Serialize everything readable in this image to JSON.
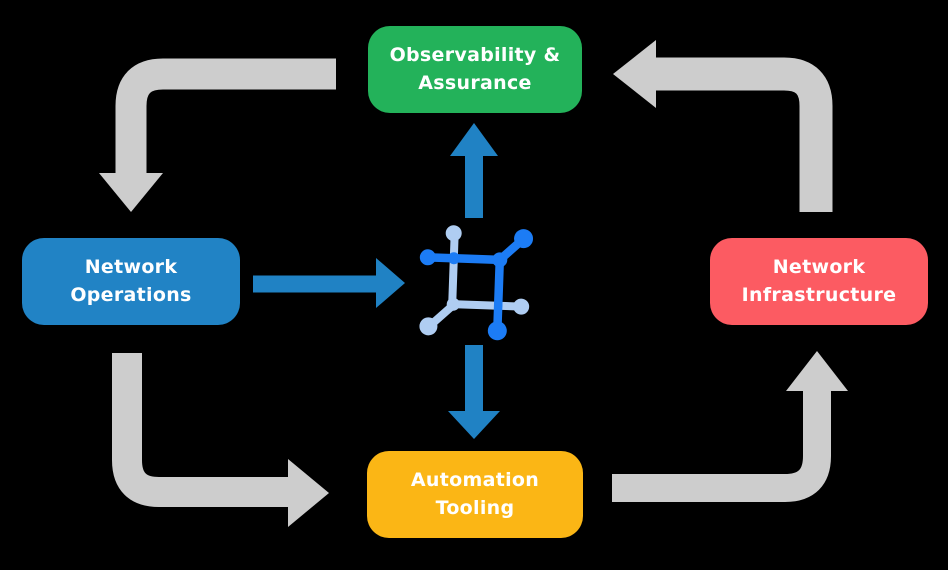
{
  "title": "Network automation closed-loop diagram",
  "colors": {
    "background": "#000000",
    "gray_arrow": "#CDCDCD",
    "blue_arrow": "#2082C4",
    "icon_dark_blue": "#1C7CF5",
    "icon_light_blue": "#AFCDF2",
    "node_green": "#23B25A",
    "node_blue": "#2183C5",
    "node_red": "#FC5B62",
    "node_yellow": "#FBB615",
    "label_text": "#FFFFFF"
  },
  "nodes": {
    "observability": {
      "line1": "Observability &",
      "line2": "Assurance",
      "color": "#23B25A"
    },
    "operations": {
      "line1": "Network",
      "line2": "Operations",
      "color": "#2183C5"
    },
    "infrastructure": {
      "line1": "Network",
      "line2": "Infrastructure",
      "color": "#FC5B62"
    },
    "automation": {
      "line1": "Automation",
      "line2": "Tooling",
      "color": "#FBB615"
    }
  },
  "center_icon": {
    "name": "network-hub-icon"
  },
  "flows": [
    {
      "from": "Observability & Assurance",
      "to": "Network Operations",
      "style": "gray"
    },
    {
      "from": "Network Operations",
      "to": "Automation Tooling",
      "style": "gray"
    },
    {
      "from": "Automation Tooling",
      "to": "Network Infrastructure",
      "style": "gray"
    },
    {
      "from": "Network Infrastructure",
      "to": "Observability & Assurance",
      "style": "gray"
    },
    {
      "from": "Network Operations",
      "to": "network-hub",
      "style": "blue"
    },
    {
      "from": "network-hub",
      "to": "Observability & Assurance",
      "style": "blue"
    },
    {
      "from": "network-hub",
      "to": "Automation Tooling",
      "style": "blue"
    }
  ]
}
